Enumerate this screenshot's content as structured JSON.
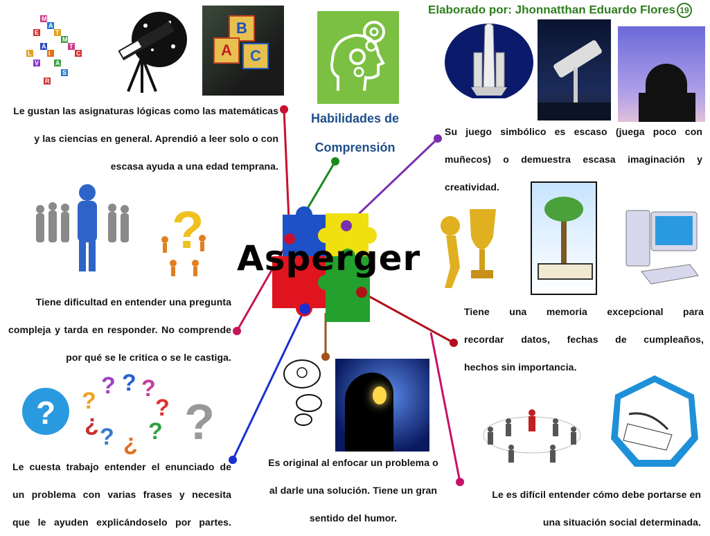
{
  "author": {
    "label": "Elaborado por: Jhonnatthan Eduardo Flores",
    "number": "19"
  },
  "center": {
    "title": "Asperger",
    "subtitle_line1": "Habilidades de",
    "subtitle_line2": "Comprensión"
  },
  "blocks": {
    "math": [
      "Le gustan las asignaturas lógicas como las matemáticas",
      "y las ciencias en general. Aprendió a leer solo o con",
      "escasa ayuda a una edad temprana."
    ],
    "symbolic": [
      "Su juego simbólico es escaso (juega poco con",
      "muñecos) o demuestra escasa imaginación y",
      "creatividad."
    ],
    "question": [
      "Tiene dificultad en entender una pregunta",
      "compleja y tarda en responder. No comprende",
      "por qué se le critica o se le castiga."
    ],
    "memory": [
      "Tiene una memoria excepcional para",
      "recordar datos, fechas de cumpleaños,",
      "hechos sin importancia."
    ],
    "statement": [
      "Le cuesta trabajo entender el enunciado de",
      "un problema con varias frases y necesita",
      "que le ayuden explicándoselo por partes."
    ],
    "original": [
      "Es original al enfocar un problema o",
      "al darle una solución. Tiene un gran",
      "sentido del humor."
    ],
    "social": [
      "Le es difícil entender cómo debe portarse en",
      "una situación social determinada."
    ]
  },
  "crossword": [
    "M",
    "A",
    "T",
    "E",
    "M",
    "Á",
    "T",
    "I",
    "C",
    "A",
    "S"
  ],
  "blocks_letters": [
    "B",
    "A",
    "C"
  ],
  "colors": {
    "title_green": "#2e7d1e",
    "subtitle_blue": "#1f4e8c",
    "puzzle_blue": "#1e50c8",
    "puzzle_yellow": "#f0e010",
    "puzzle_red": "#e0141e",
    "puzzle_green": "#23a02d",
    "line_crimson": "#c8102e",
    "line_green": "#1a8a1a",
    "line_purple": "#7a2fb0",
    "line_magenta": "#c8135a",
    "line_darkred": "#b0101a",
    "line_brown": "#a0521a",
    "line_blue": "#1a2fd0",
    "line_pink": "#c8106a"
  },
  "icons": [
    "crossword-icon",
    "telescope-icon",
    "abc-blocks-icon",
    "gear-head-icon",
    "rocket-icon",
    "observatory-telescope-icon",
    "observatory-icon",
    "crowd-icon",
    "question-figures-icon",
    "trophy-icon",
    "tree-book-icon",
    "computer-icon",
    "question-marks-icon",
    "thought-bubble-icon",
    "lightbulb-head-icon",
    "social-network-icon",
    "quill-paper-icon"
  ]
}
